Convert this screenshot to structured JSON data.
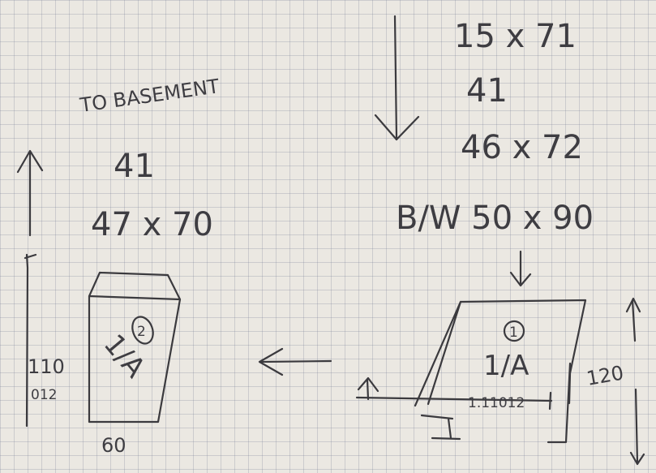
{
  "left_notes": {
    "heading": "TO BASEMENT",
    "value": "41",
    "size": "47 x 70"
  },
  "right_notes": {
    "line1": "15 x 71",
    "line2": "41",
    "line3": "46 x 72",
    "line4": "B/W 50 x 90"
  },
  "right_shape": {
    "number": "1",
    "fraction": "1/A",
    "height": "120",
    "inner": "1.11012"
  },
  "left_shape": {
    "number": "2",
    "fraction": "1/A",
    "height_top": "110",
    "height_bottom": "012",
    "width": "60"
  }
}
